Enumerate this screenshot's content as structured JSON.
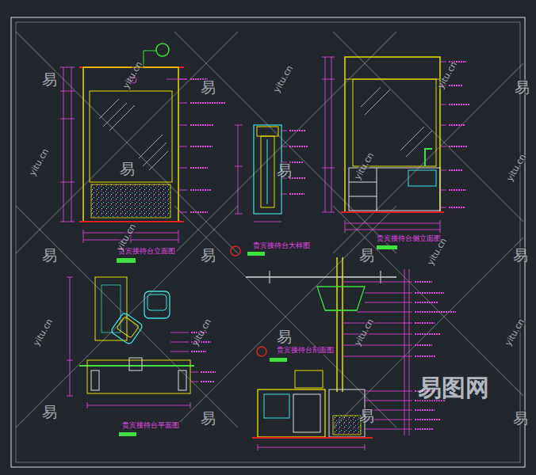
{
  "diagram": {
    "labels": [
      "贵宾接待台立面图",
      "贵宾接待台大样图",
      "贵宾接待台侧立面图",
      "贵宾接待台平面图",
      "贵宾接待台剖面图",
      "易图网",
      "易",
      "易",
      "易",
      "易",
      "易",
      "易",
      "易",
      "易",
      "易",
      "易",
      "易",
      "易",
      "易",
      "易",
      "yitu.cn",
      "yitu.cn",
      "yitu.cn",
      "yitu.cn",
      "yitu.cn",
      "yitu.cn",
      "yitu.cn",
      "yitu.cn",
      "yitu.cn",
      "yitu.cn",
      "yitu.cn",
      "yitu.cn"
    ]
  }
}
